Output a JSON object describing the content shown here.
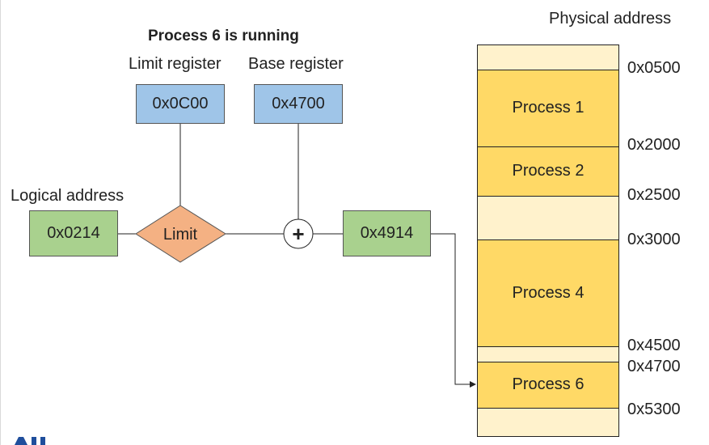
{
  "title": "Process 6 is running",
  "limit_register": {
    "label": "Limit register",
    "value": "0x0C00"
  },
  "base_register": {
    "label": "Base register",
    "value": "0x4700"
  },
  "logical": {
    "label": "Logical address",
    "value": "0x0214"
  },
  "limit_check": {
    "label": "Limit"
  },
  "adder": {
    "symbol": "+"
  },
  "result_address": "0x4914",
  "physical": {
    "label": "Physical address",
    "segments": [
      {
        "kind": "free",
        "text": ""
      },
      {
        "kind": "process",
        "text": "Process 1"
      },
      {
        "kind": "process",
        "text": "Process 2"
      },
      {
        "kind": "free",
        "text": ""
      },
      {
        "kind": "process",
        "text": "Process 4"
      },
      {
        "kind": "free",
        "text": ""
      },
      {
        "kind": "process",
        "text": "Process 6"
      },
      {
        "kind": "free",
        "text": ""
      }
    ],
    "boundaries": [
      "0x0500",
      "0x2000",
      "0x2500",
      "0x3000",
      "0x4500",
      "0x4700",
      "0x5300"
    ]
  },
  "colors": {
    "register": "#9fc5e8",
    "address": "#a9d18e",
    "limit": "#f4b183",
    "process": "#ffd966",
    "free": "#fff2cc",
    "logo": "#1f4e9c"
  }
}
